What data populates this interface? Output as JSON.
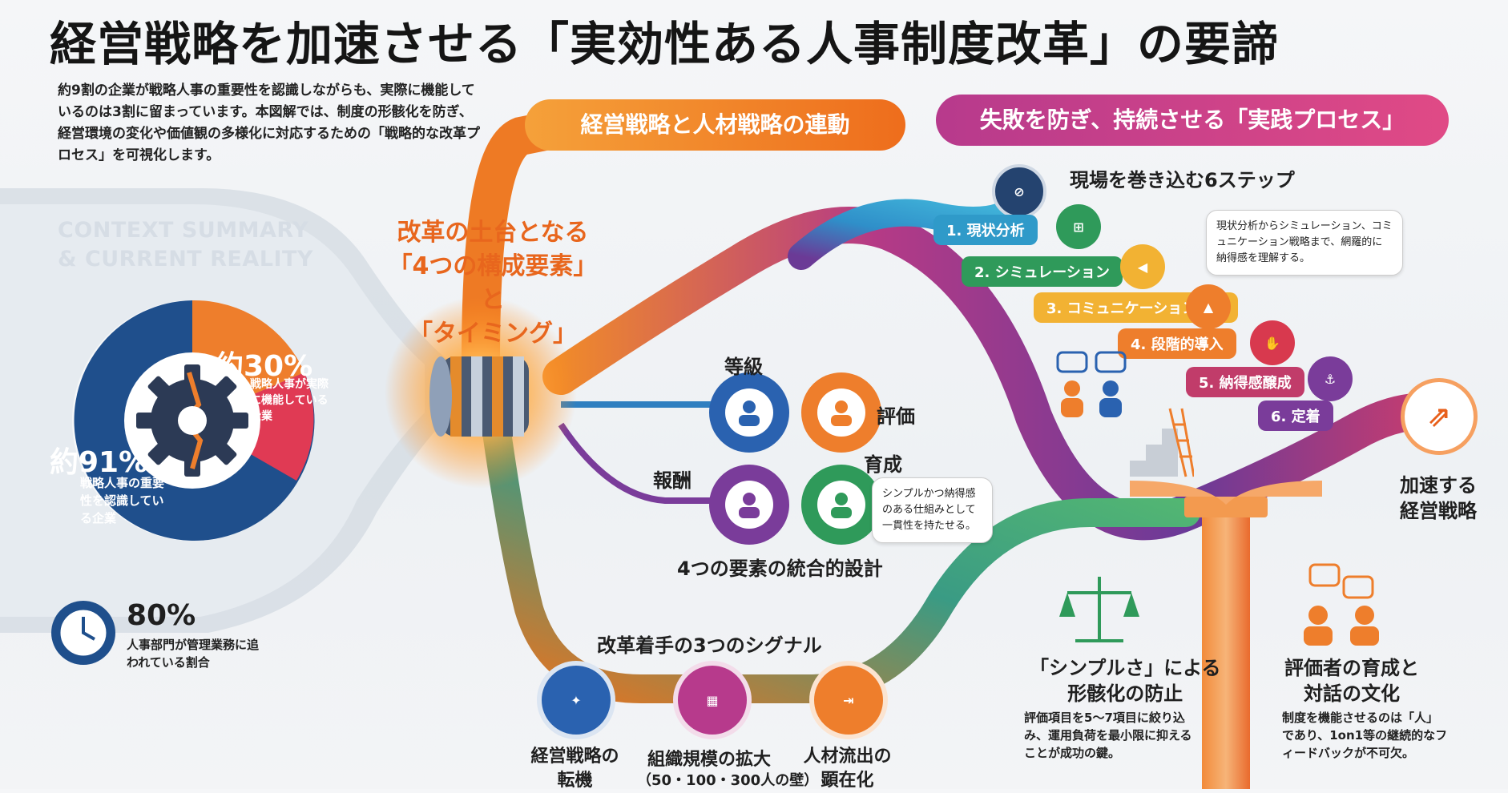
{
  "title": "経営戦略を加速させる「実効性ある人事制度改革」の要諦",
  "intro": "約9割の企業が戦略人事の重要性を認識しながらも、実際に機能しているのは3割に留まっています。本図解では、制度の形骸化を防ぎ、経営環境の変化や価値観の多様化に対応するための「戦略的な改革プロセス」を可視化します。",
  "context_label_1": "CONTEXT SUMMARY",
  "context_label_2": "& CURRENT REALITY",
  "stats": {
    "s30_value": "約30%",
    "s30_desc": "戦略人事が実際に機能している企業",
    "s91_value": "約91%",
    "s91_desc": "戦略人事の重要性を認識している企業",
    "s80_value": "80%",
    "s80_desc": "人事部門が管理業務に追われている割合"
  },
  "pill_left": "経営戦略と人材戦略の連動",
  "pill_right": "失敗を防ぎ、持続させる「実践プロセス」",
  "foundation": {
    "l1": "改革の土台となる",
    "l2": "「4つの構成要素」と",
    "l3": "「タイミング」"
  },
  "elements": {
    "grade": "等級",
    "evaluation": "評価",
    "reward": "報酬",
    "development": "育成",
    "integration": "4つの要素の統合的設計",
    "bubble": "シンプルかつ納得感のある仕組みとして一貫性を持たせる。"
  },
  "signals": {
    "title": "改革着手の3つのシグナル",
    "s1": "経営戦略の転機",
    "s2a": "組織規模の拡大",
    "s2b": "（50・100・300人の壁）",
    "s3": "人材流出の顕在化"
  },
  "steps": {
    "title": "現場を巻き込む6ステップ",
    "bubble": "現状分析からシミュレーション、コミュニケーション戦略まで、網羅的に納得感を理解する。",
    "items": [
      "1. 現状分析",
      "2. シミュレーション",
      "3. コミュニケーション戦略",
      "4. 段階的導入",
      "5. 納得感醸成",
      "6. 定着"
    ]
  },
  "accelerate": {
    "l1": "加速する",
    "l2": "経営戦略"
  },
  "simplicity": {
    "title1": "「シンプルさ」による",
    "title2": "形骸化の防止",
    "desc": "評価項目を5〜7項目に絞り込み、運用負荷を最小限に抑えることが成功の鍵。"
  },
  "evaluator": {
    "title1": "評価者の育成と",
    "title2": "対話の文化",
    "desc": "制度を機能させるのは「人」であり、1on1等の継続的なフィードバックが不可欠。"
  },
  "colors": {
    "orange": "#ee6d1c",
    "magenta": "#c13c8a",
    "blue": "#2a62b0",
    "green": "#2f9a5a",
    "purple": "#7a3c9a",
    "red": "#e0444c"
  }
}
